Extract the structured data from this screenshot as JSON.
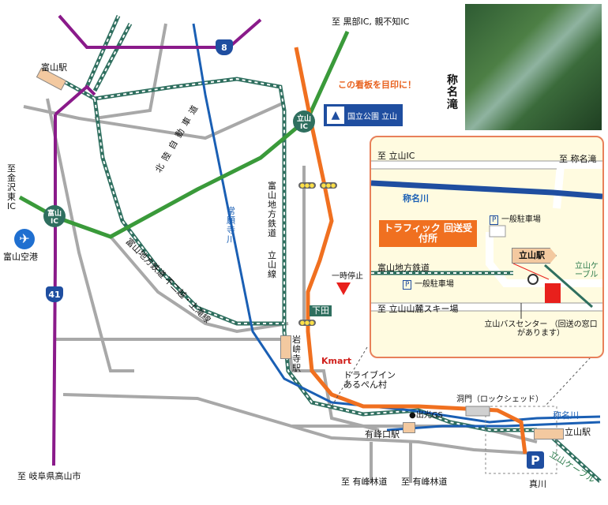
{
  "labels": {
    "to_kurobe": "至 黒部IC, 親不知IC",
    "toyama_station": "富山駅",
    "sign_note": "この看板を目印に！",
    "shomyo_falls": "称名滝",
    "tateyama_ic": "立山IC",
    "to_kanazawa": "至金沢東IC",
    "toyama_ic": "富山IC",
    "toyama_airport": "富山空港",
    "hokuriku_expressway": "北陸自動車道",
    "joganji_river": "常願寺川",
    "toyama_chiho_railway": "富山地方鉄道",
    "tateyama_line": "立山線",
    "toyama_chiho_kamitaki": "富山地方鉄道 不二越・上滝線",
    "stop_sign": "一時停止",
    "shimoda": "下田",
    "iwakuraji_station": "岩峅寺駅",
    "kmart": "Kmart",
    "drive_in": "ドライブイン あるぺん村",
    "tunnel": "洞門（ロックシェッド）",
    "idemitsu": "●出光GS",
    "shomyo_river": "称名川",
    "tateyama_station": "立山駅",
    "arimine_station": "有峰口駅",
    "tateyama_cable": "立山ケーブル",
    "to_takayama": "至 岐阜県高山市",
    "to_arimine_1": "至 有峰林道",
    "to_arimine_2": "至 有峰林道",
    "makawa": "真川",
    "route8": "8",
    "route41": "41",
    "park_sign": "国立公園 立山"
  },
  "inset": {
    "to_tateyama_ic": "至 立山IC",
    "to_shomyo": "至 称名滝",
    "shomyo_river": "称名川",
    "general_parking_1": "一般駐車場",
    "general_parking_2": "一般駐車場",
    "traffic_label": "トラフィック 回送受付所",
    "tateyama_station": "立山駅",
    "tateyama_cable": "立山ケーブル",
    "railway": "富山地方鉄道",
    "to_ski": "至 立山山麓スキー場",
    "bus_center": "立山バスセンター （回送の窓口があります）",
    "parking_letter": "P"
  },
  "colors": {
    "expressway": "#3a9a3a",
    "national_route": "#8a1a8a",
    "river": "#1a5fb4",
    "access_route": "#f07020",
    "railway": "#2f6f5f",
    "road": "#a0a0a0"
  },
  "icons": {
    "airport": "airplane-icon",
    "parking": "parking-icon",
    "traffic_light": "traffic-light-icon"
  }
}
